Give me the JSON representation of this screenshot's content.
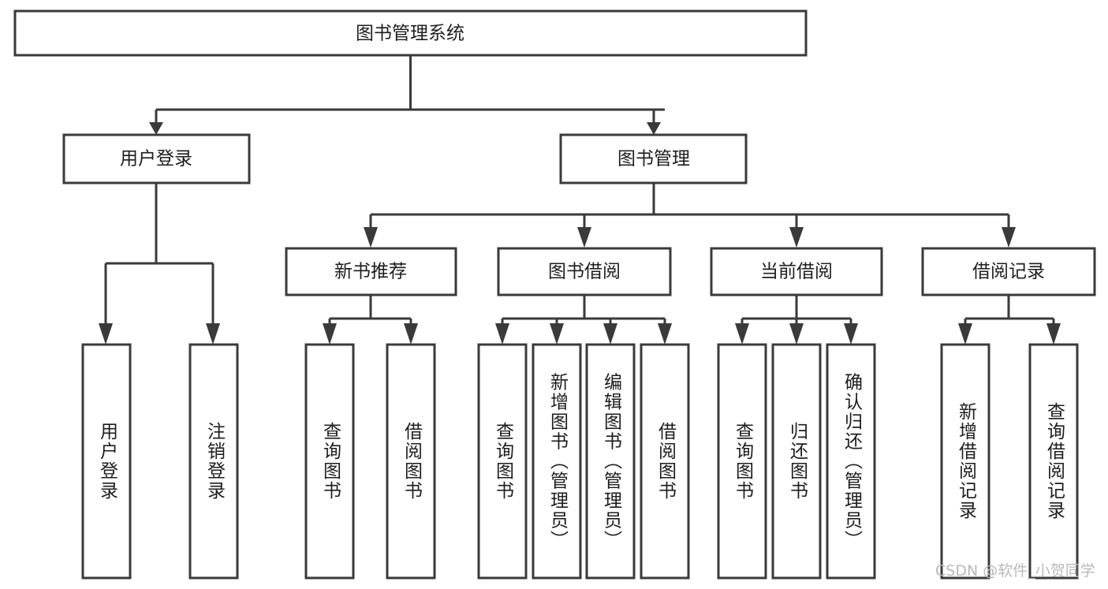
{
  "diagram": {
    "title": "图书管理系统",
    "type": "tree-hierarchy",
    "background_color": "#ffffff",
    "box_stroke_color": "#3a3a3a",
    "text_color": "#1d1d1d",
    "root": {
      "label": "图书管理系统"
    },
    "level2": [
      {
        "label": "用户登录"
      },
      {
        "label": "图书管理"
      }
    ],
    "level3": [
      {
        "label": "新书推荐"
      },
      {
        "label": "图书借阅"
      },
      {
        "label": "当前借阅"
      },
      {
        "label": "借阅记录"
      }
    ],
    "leaves": {
      "user_login": [
        {
          "label": "用户登录"
        },
        {
          "label": "注销登录"
        }
      ],
      "new_book_recommend": [
        {
          "label": "查询图书"
        },
        {
          "label": "借阅图书"
        }
      ],
      "book_borrow": [
        {
          "label": "查询图书"
        },
        {
          "label": "新增图书（管理员）"
        },
        {
          "label": "编辑图书（管理员）"
        },
        {
          "label": "借阅图书"
        }
      ],
      "current_borrow": [
        {
          "label": "查询图书"
        },
        {
          "label": "归还图书"
        },
        {
          "label": "确认归还（管理员）"
        }
      ],
      "borrow_record": [
        {
          "label": "新增借阅记录"
        },
        {
          "label": "查询借阅记录"
        }
      ]
    }
  },
  "watermark": {
    "text": "CSDN @软件_小贺同学"
  }
}
